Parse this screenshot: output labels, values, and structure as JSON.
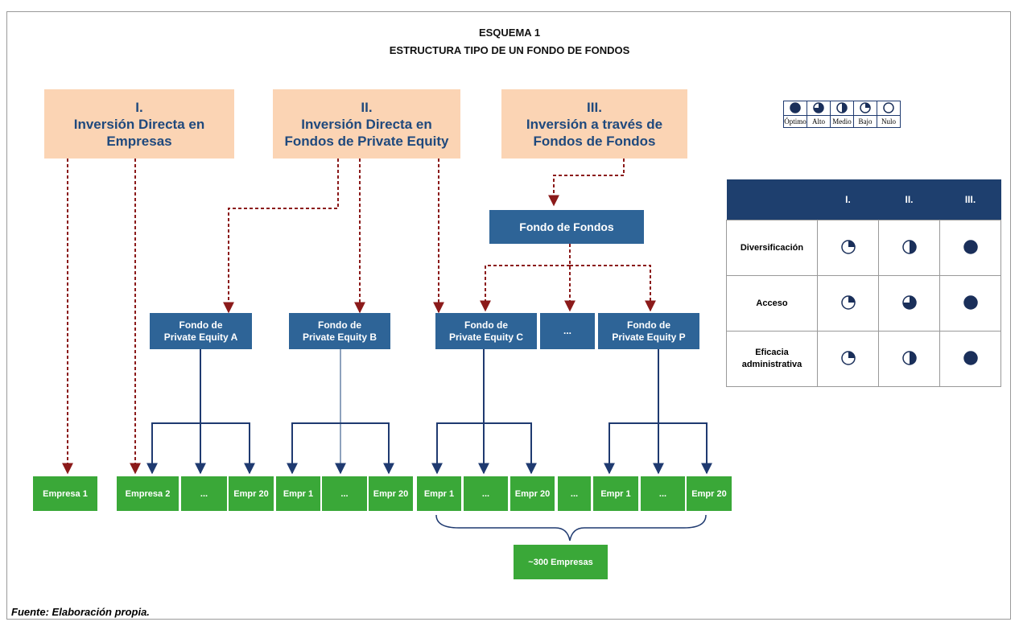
{
  "title": {
    "line1": "ESQUEMA 1",
    "line2": "ESTRUCTURA TIPO DE UN FONDO DE FONDOS"
  },
  "categories": [
    {
      "label": "I.\nInversión Directa en\nEmpresas"
    },
    {
      "label": "II.\nInversión Directa en\nFondos de Private Equity"
    },
    {
      "label": "III.\nInversión a través de\nFondos de Fondos"
    }
  ],
  "fund_of_funds": "Fondo de Fondos",
  "funds": {
    "a": "Fondo de\nPrivate Equity A",
    "b": "Fondo de\nPrivate Equity B",
    "c": "Fondo de\nPrivate Equity C",
    "dots": "...",
    "p": "Fondo de\nPrivate Equity P"
  },
  "companies": {
    "empresa1": "Empresa 1",
    "empresa2": "Empresa 2",
    "dots": "...",
    "empr20": "Empr 20",
    "empr1": "Empr 1"
  },
  "total": "~300 Empresas",
  "legend": {
    "labels": [
      "Óptimo",
      "Alto",
      "Medio",
      "Bajo",
      "Nulo"
    ],
    "levels": [
      1,
      0.75,
      0.5,
      0.25,
      0
    ]
  },
  "matrix": {
    "headers": [
      "I.",
      "II.",
      "III."
    ],
    "rows": [
      {
        "label": "Diversificación",
        "levels": [
          0.25,
          0.5,
          1
        ]
      },
      {
        "label": "Acceso",
        "levels": [
          0.25,
          0.75,
          1
        ]
      },
      {
        "label": "Eficacia\nadministrativa",
        "levels": [
          0.25,
          0.5,
          1
        ]
      }
    ]
  },
  "source": "Fuente: Elaboración propia.",
  "colors": {
    "dashed_arrow": "#8b1a1a",
    "solid_arrow": "#1f3a70",
    "company": "#3aa838",
    "fund": "#2e6497",
    "category": "#fbd4b4",
    "header": "#1e3f6e"
  }
}
